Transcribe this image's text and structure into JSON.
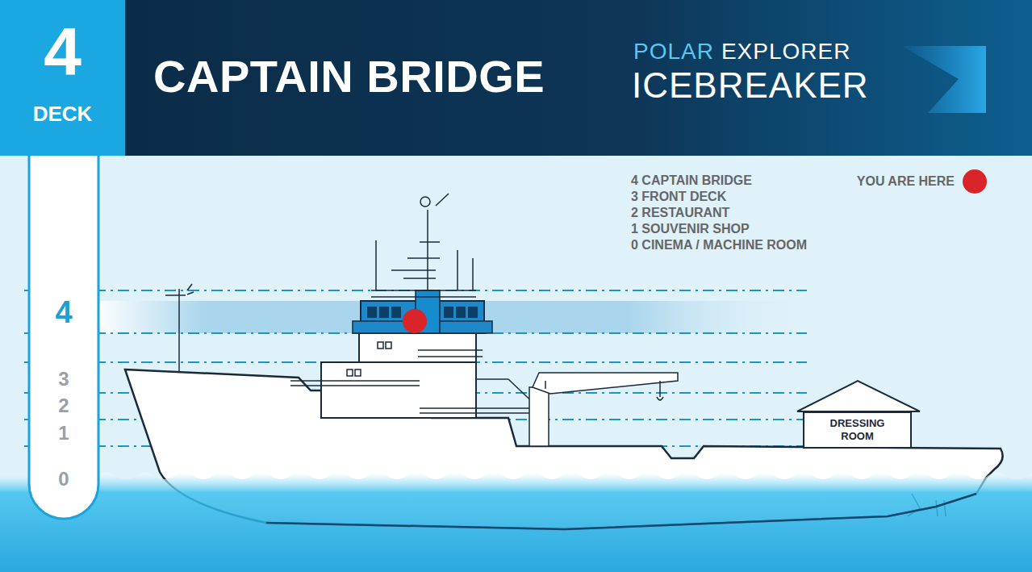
{
  "diagram": {
    "title": "CAPTAIN BRIDGE",
    "nodes": [
      {
        "text": [
          "4",
          "DECK"
        ]
      },
      {
        "text": [
          "DRESSING ROOM"
        ]
      }
    ],
    "labels": [
      "POLAR",
      "EXPLORER",
      "ICEBREAKER",
      "4 CAPTAIN BRIDGE",
      "3 FRONT DECK",
      "2 RESTAURANT",
      "1 SOUVENIR SHOP",
      "0 CINEMA / MACHINE ROOM",
      "4",
      "3",
      "2",
      "1",
      "0"
    ],
    "legend": [
      {
        "text": "YOU ARE HERE",
        "color": "#d9252a"
      }
    ]
  }
}
